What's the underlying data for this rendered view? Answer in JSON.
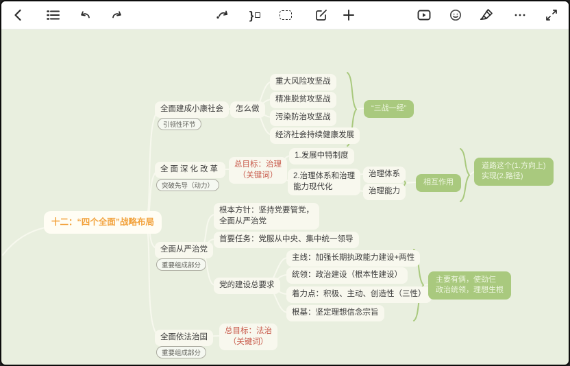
{
  "toolbar": {
    "icons": [
      "back",
      "outline",
      "undo",
      "redo",
      "relationship",
      "summary",
      "select",
      "edit",
      "add",
      "present",
      "emoji",
      "style",
      "more",
      "fullscreen"
    ]
  },
  "colors": {
    "canvas_bg": "#e9efdf",
    "node_bg": "#f8f8ee",
    "root_text": "#f2a23c",
    "accent_red": "#c75748",
    "accent_green": "#a9c97e",
    "text": "#3b3b3b"
  },
  "mindmap": {
    "root": "十二：“四个全面”战略布局",
    "b1": {
      "label": "全面建成小康社会",
      "tag": "引领性环节",
      "child": "怎么做",
      "items": [
        "重大风险攻坚战",
        "精准脱贫攻坚战",
        "污染防治攻坚战",
        "经济社会持续健康发展"
      ],
      "summary": "“三战一经”"
    },
    "b2": {
      "label": "全面深化改革",
      "tag": "突破先导（动力）",
      "goal_line1": "总目标：治理",
      "goal_line2": "（关键词）",
      "item1": "1.发展中特制度",
      "item2_line1": "2.治理体系和治理",
      "item2_line2": "能力现代化",
      "sub1": "治理体系",
      "sub2": "治理能力",
      "summary_small": "相互作用",
      "summary_line1": "道路这个(1.方向上)",
      "summary_line2": "实现(2.路径)"
    },
    "b3": {
      "label": "全面从严治党",
      "tag": "重要组成部分",
      "c1_line1": "根本方针：坚持党要管党，",
      "c1_line2": "全面从严治党",
      "c2": "首要任务：党服从中央、集中统一领导",
      "c3": "党的建设总要求",
      "req": [
        "主线：加强长期执政能力建设+两性",
        "统领：政治建设（根本性建设）",
        "着力点：积极、主动、创造性（三性）",
        "根基：坚定理想信念宗旨"
      ],
      "summary_line1": "主要有俩，使劲仨",
      "summary_line2": "政治统领，理想生根"
    },
    "b4": {
      "label": "全面依法治国",
      "tag": "重要组成部分",
      "goal_line1": "总目标：法治",
      "goal_line2": "（关键词）"
    }
  }
}
